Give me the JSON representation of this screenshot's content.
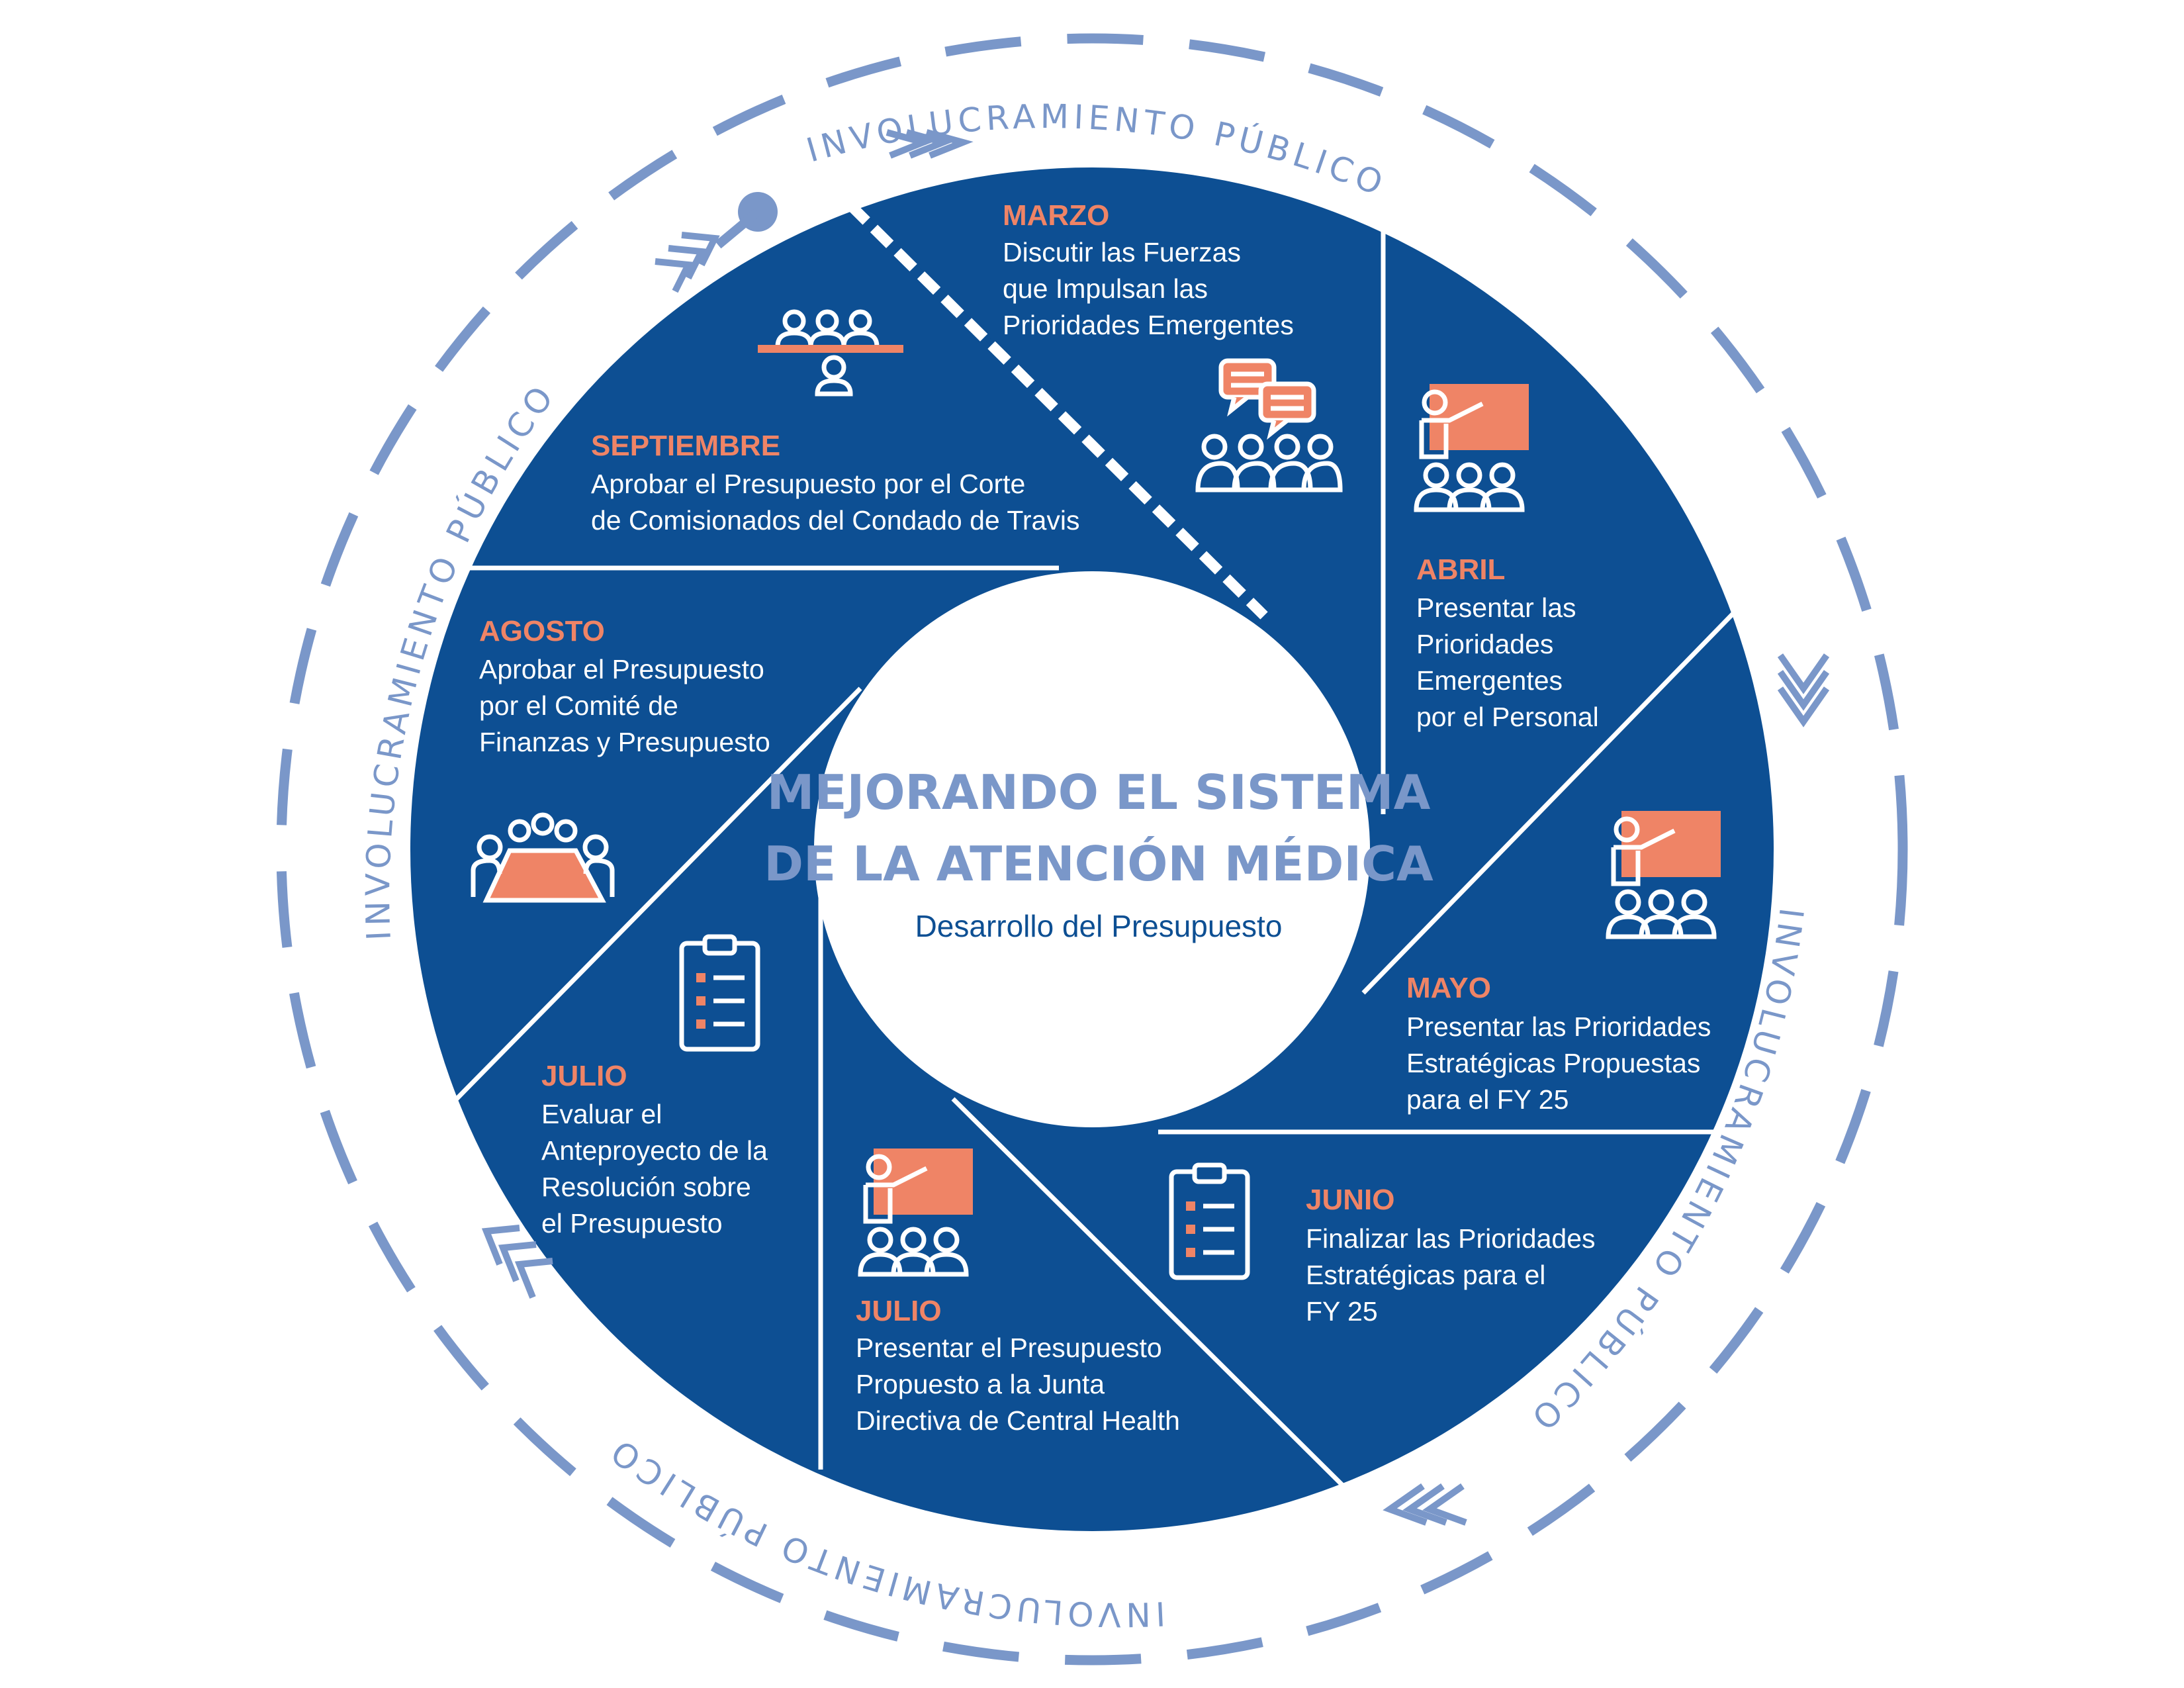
{
  "colors": {
    "navy": "#0d4f93",
    "accent": "#ef8466",
    "ring": "#7a97c9",
    "white": "#ffffff"
  },
  "center": {
    "title_line1": "MEJORANDO EL SISTEMA",
    "title_line2": "DE LA ATENCIÓN MÉDICA",
    "subtitle": "Desarrollo del Presupuesto"
  },
  "ring_label": "INVOLUCRAMIENTO PÚBLICO",
  "steps": [
    {
      "id": "marzo",
      "month": "MARZO",
      "lines": [
        "Discutir las Fuerzas",
        "que Impulsan las",
        "Prioridades Emergentes"
      ],
      "icon": "discussion-group-icon"
    },
    {
      "id": "abril",
      "month": "ABRIL",
      "lines": [
        "Presentar las",
        "Prioridades",
        "Emergentes",
        "por el Personal"
      ],
      "icon": "presenter-icon"
    },
    {
      "id": "mayo",
      "month": "MAYO",
      "lines": [
        "Presentar las Prioridades",
        "Estratégicas Propuestas",
        "para el FY 25"
      ],
      "icon": "presenter-icon"
    },
    {
      "id": "junio",
      "month": "JUNIO",
      "lines": [
        "Finalizar las Prioridades",
        "Estratégicas para el",
        "FY 25"
      ],
      "icon": "checklist-icon"
    },
    {
      "id": "julio-presentar",
      "month": "JULIO",
      "lines": [
        "Presentar el Presupuesto",
        "Propuesto a la Junta",
        "Directiva de Central Health"
      ],
      "icon": "presenter-icon"
    },
    {
      "id": "julio-evaluar",
      "month": "JULIO",
      "lines": [
        "Evaluar el",
        "Anteproyecto de la",
        "Resolución sobre",
        "el Presupuesto"
      ],
      "icon": "checklist-icon"
    },
    {
      "id": "agosto",
      "month": "AGOSTO",
      "lines": [
        "Aprobar el Presupuesto",
        "por el Comité de",
        "Finanzas y Presupuesto"
      ],
      "icon": "meeting-table-icon"
    },
    {
      "id": "septiembre",
      "month": "SEPTIEMBRE",
      "lines": [
        "Aprobar el Presupuesto por el Corte",
        "de Comisionados del Condado de Travis"
      ],
      "icon": "panel-hearing-icon"
    }
  ]
}
